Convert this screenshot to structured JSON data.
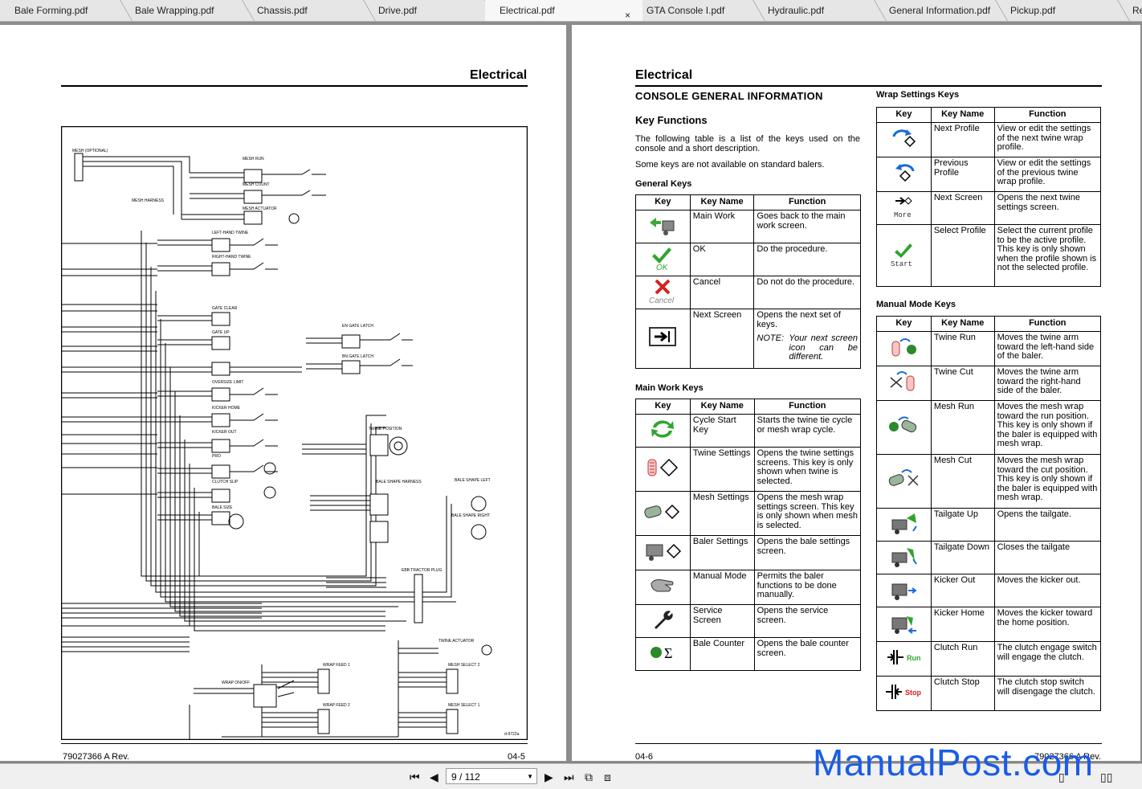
{
  "tabs": [
    "Bale Forming.pdf",
    "Bale Wrapping.pdf",
    "Chassis.pdf",
    "Drive.pdf",
    "Electrical.pdf",
    "GTA Console I.pdf",
    "Hydraulic.pdf",
    "General Information.pdf",
    "Pickup.pdf",
    "Re"
  ],
  "tab_close": "×",
  "left_page": {
    "title": "Electrical",
    "footer_left": "79027366 A Rev.",
    "footer_right": "04-5",
    "figure_id": "d-9722a",
    "schematic_labels": [
      "MESH (OPTIONAL)",
      "MESH HARNESS",
      "MESH RUN",
      "MESH COUNT",
      "MESH ACTUATOR",
      "LEFT-HAND TWINE",
      "RIGHT-HAND TWINE",
      "GATE CLEAR",
      "GATE UP",
      "EN GATE LATCH",
      "BN GATE LATCH",
      "OVERSIZE LIMIT",
      "KICKER HOME",
      "KICKER OUT",
      "TWINE POSITION",
      "PRO",
      "CLUTCH SLIP",
      "BALE SIZE",
      "BALE SHAPE HARNESS",
      "BALE SHAPE LEFT",
      "BALE SHAPE RIGHT",
      "EBB TRACTOR PLUG",
      "TWINE ACTUATOR",
      "WRAP ON/OFF",
      "WRAP FEED 1",
      "WRAP FEED 2",
      "MESH SELECT 2",
      "MESH SELECT 1"
    ]
  },
  "right_page": {
    "title": "Electrical",
    "section": "CONSOLE GENERAL INFORMATION",
    "key_functions_heading": "Key Functions",
    "intro1": "The following table is a list of the keys used on the console and a short description.",
    "intro2": "Some keys are not available on standard balers.",
    "general_heading": "General Keys",
    "main_heading": "Main Work Keys",
    "wrap_heading": "Wrap Settings Keys",
    "manual_heading": "Manual Mode Keys",
    "col_key": "Key",
    "col_name": "Key Name",
    "col_function": "Function",
    "footer_left": "04-6",
    "footer_right": "79027366 A Rev.",
    "general_keys": [
      {
        "icon": "main-work-icon",
        "name": "Main Work",
        "function": "Goes back to the main work screen."
      },
      {
        "icon": "ok-icon",
        "name": "OK",
        "function": "Do the procedure.",
        "icon_text": "OK"
      },
      {
        "icon": "cancel-icon",
        "name": "Cancel",
        "function": "Do not do the procedure.",
        "icon_text": "Cancel"
      },
      {
        "icon": "next-screen-icon",
        "name": "Next Screen",
        "function": "Opens the next set of keys.",
        "note_label": "NOTE:",
        "note": "Your next screen icon can be different."
      }
    ],
    "main_keys": [
      {
        "icon": "cycle-start-icon",
        "name": "Cycle Start Key",
        "function": "Starts the twine tie cycle or mesh wrap cycle."
      },
      {
        "icon": "twine-settings-icon",
        "name": "Twine Settings",
        "function": "Opens the twine settings screens. This key is only shown when twine is selected."
      },
      {
        "icon": "mesh-settings-icon",
        "name": "Mesh Settings",
        "function": "Opens the mesh wrap settings screen. This key is only shown when mesh is selected."
      },
      {
        "icon": "baler-settings-icon",
        "name": "Baler Settings",
        "function": "Opens the bale settings screen."
      },
      {
        "icon": "manual-mode-icon",
        "name": "Manual Mode",
        "function": "Permits the baler functions to be done manually."
      },
      {
        "icon": "service-wrench-icon",
        "name": "Service Screen",
        "function": "Opens the service screen."
      },
      {
        "icon": "bale-counter-icon",
        "name": "Bale Counter",
        "function": "Opens the bale counter screen."
      }
    ],
    "wrap_keys": [
      {
        "icon": "next-profile-icon",
        "name": "Next Profile",
        "function": "View or edit the settings of the next twine wrap profile."
      },
      {
        "icon": "previous-profile-icon",
        "name": "Previous Profile",
        "function": "View or edit the settings of the previous twine wrap profile."
      },
      {
        "icon": "more-icon",
        "name": "Next Screen",
        "function": "Opens the next twine settings screen.",
        "icon_text": "More"
      },
      {
        "icon": "start-icon",
        "name": "Select Profile",
        "function": "Select the current profile to be the active profile. This key is only shown when the profile shown is not the selected profile.",
        "icon_text": "Start"
      }
    ],
    "manual_keys": [
      {
        "icon": "twine-run-icon",
        "name": "Twine Run",
        "function": "Moves the twine arm toward the left-hand side of the baler."
      },
      {
        "icon": "twine-cut-icon",
        "name": "Twine Cut",
        "function": "Moves the twine arm toward the right-hand side of the baler."
      },
      {
        "icon": "mesh-run-icon",
        "name": "Mesh Run",
        "function": "Moves the mesh wrap toward the run position. This key is only shown if the baler is equipped with mesh wrap."
      },
      {
        "icon": "mesh-cut-icon",
        "name": "Mesh Cut",
        "function": "Moves the mesh wrap toward the cut position. This key is only shown if the baler is equipped with mesh wrap."
      },
      {
        "icon": "tailgate-up-icon",
        "name": "Tailgate Up",
        "function": "Opens the tailgate."
      },
      {
        "icon": "tailgate-down-icon",
        "name": "Tailgate Down",
        "function": "Closes the tailgate"
      },
      {
        "icon": "kicker-out-icon",
        "name": "Kicker Out",
        "function": "Moves the kicker out."
      },
      {
        "icon": "kicker-home-icon",
        "name": "Kicker Home",
        "function": "Moves the kicker toward the home position."
      },
      {
        "icon": "clutch-run-icon",
        "name": "Clutch Run",
        "function": "The clutch engage switch will engage the clutch.",
        "icon_text": "Run"
      },
      {
        "icon": "clutch-stop-icon",
        "name": "Clutch Stop",
        "function": "The clutch stop switch will disengage the clutch.",
        "icon_text": "Stop"
      }
    ]
  },
  "nav": {
    "page_value": "9 / 112"
  },
  "watermark": "ManualPost.com"
}
